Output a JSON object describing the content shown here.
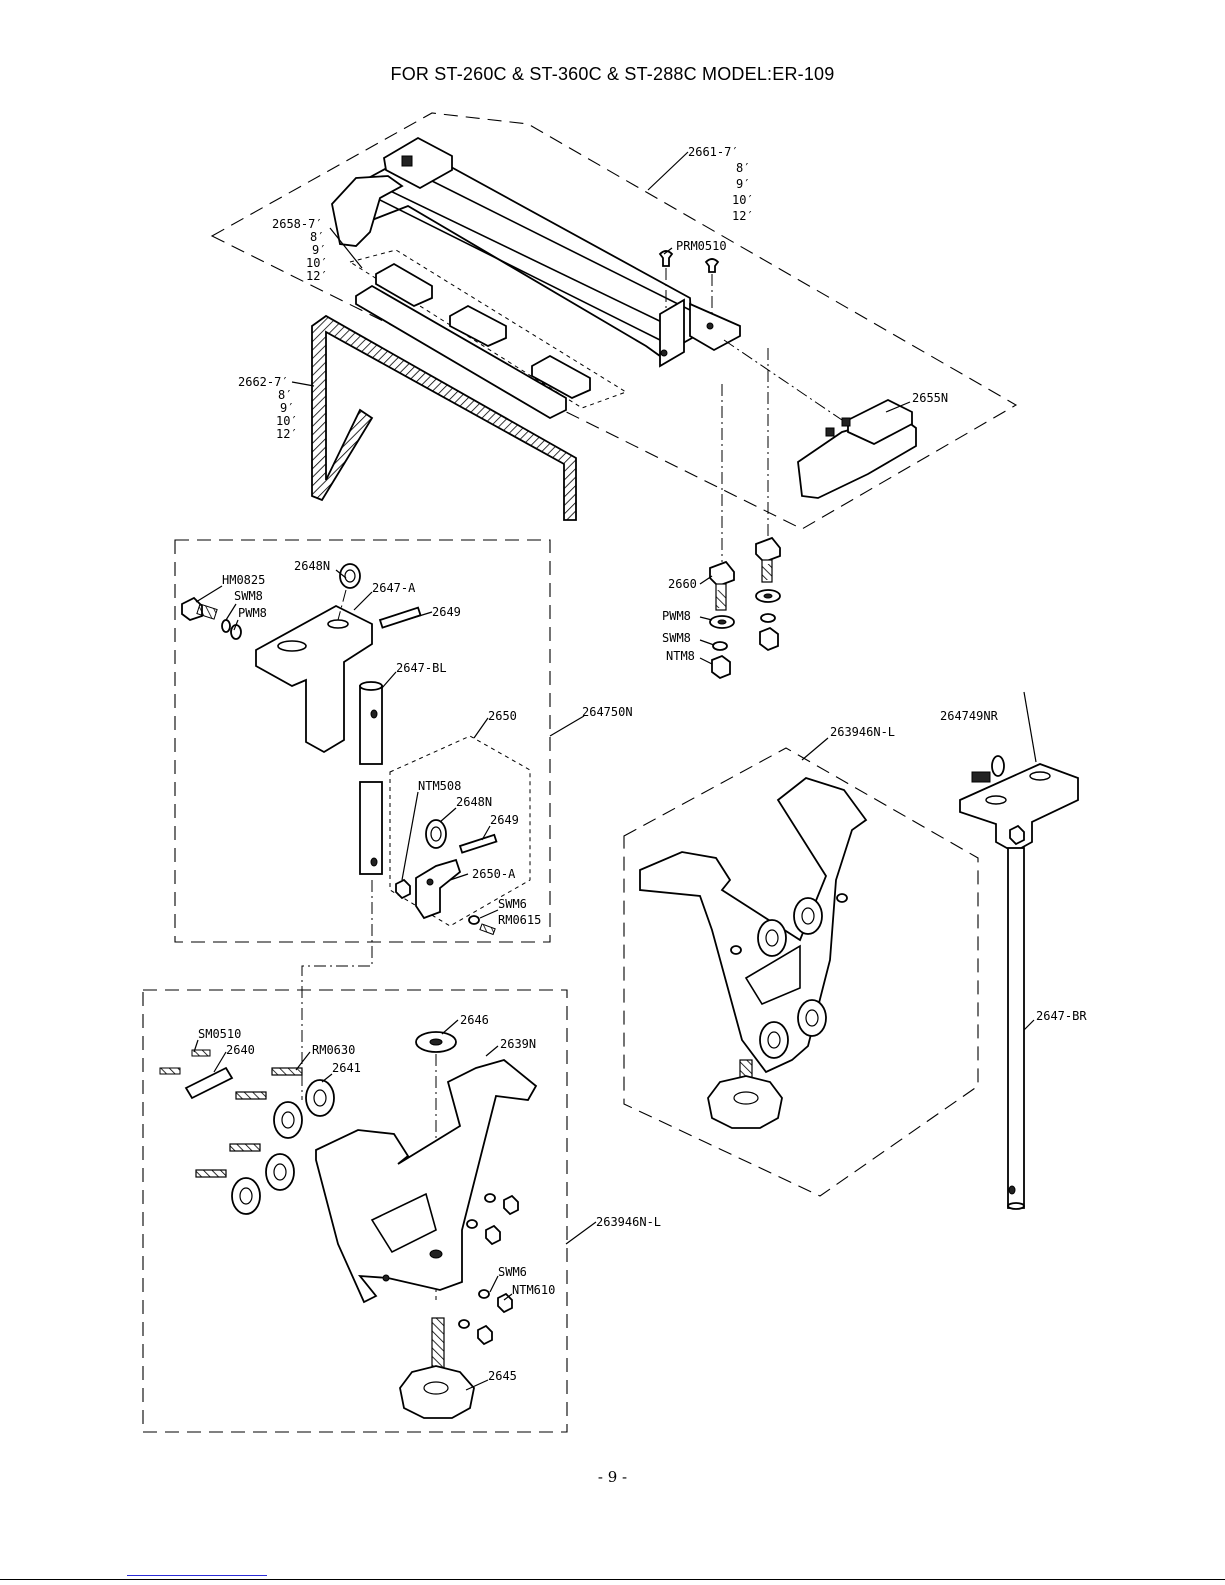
{
  "header": {
    "title": "FOR ST-260C & ST-360C & ST-288C    MODEL:ER-109"
  },
  "footer": {
    "page_number": "- 9 -"
  },
  "labels": {
    "p2661": "2661-7′",
    "p2661_8": "8′",
    "p2661_9": "9′",
    "p2661_10": "10′",
    "p2661_12": "12′",
    "p2658": "2658-7′",
    "p2658_8": "8′",
    "p2658_9": "9′",
    "p2658_10": "10′",
    "p2658_12": "12′",
    "prm0510": "PRM0510",
    "p2662": "2662-7′",
    "p2662_8": "8′",
    "p2662_9": "9′",
    "p2662_10": "10′",
    "p2662_12": "12′",
    "p2655n": "2655N",
    "p2660": "2660",
    "pwm8_b": "PWM8",
    "swm8_b": "SWM8",
    "ntm8": "NTM8",
    "p2648n_a": "2648N",
    "hm0825": "HM0825",
    "p2647a": "2647-A",
    "swm8_a": "SWM8",
    "pwm8_a": "PWM8",
    "p2649_a": "2649",
    "p2647bl": "2647-BL",
    "p2650": "2650",
    "p264750n": "264750N",
    "ntm508": "NTM508",
    "p2648n_b": "2648N",
    "p2649_b": "2649",
    "p2650a": "2650-A",
    "swm6_a": "SWM6",
    "rm0615": "RM0615",
    "p263946nl_a": "263946N-L",
    "p264749nr": "264749NR",
    "p2647br": "2647-BR",
    "sm0510": "SM0510",
    "p2640": "2640",
    "rm0630": "RM0630",
    "p2641": "2641",
    "p2646": "2646",
    "p2639n": "2639N",
    "p263946nl_b": "263946N-L",
    "swm6_b": "SWM6",
    "ntm610": "NTM610",
    "p2645": "2645"
  }
}
